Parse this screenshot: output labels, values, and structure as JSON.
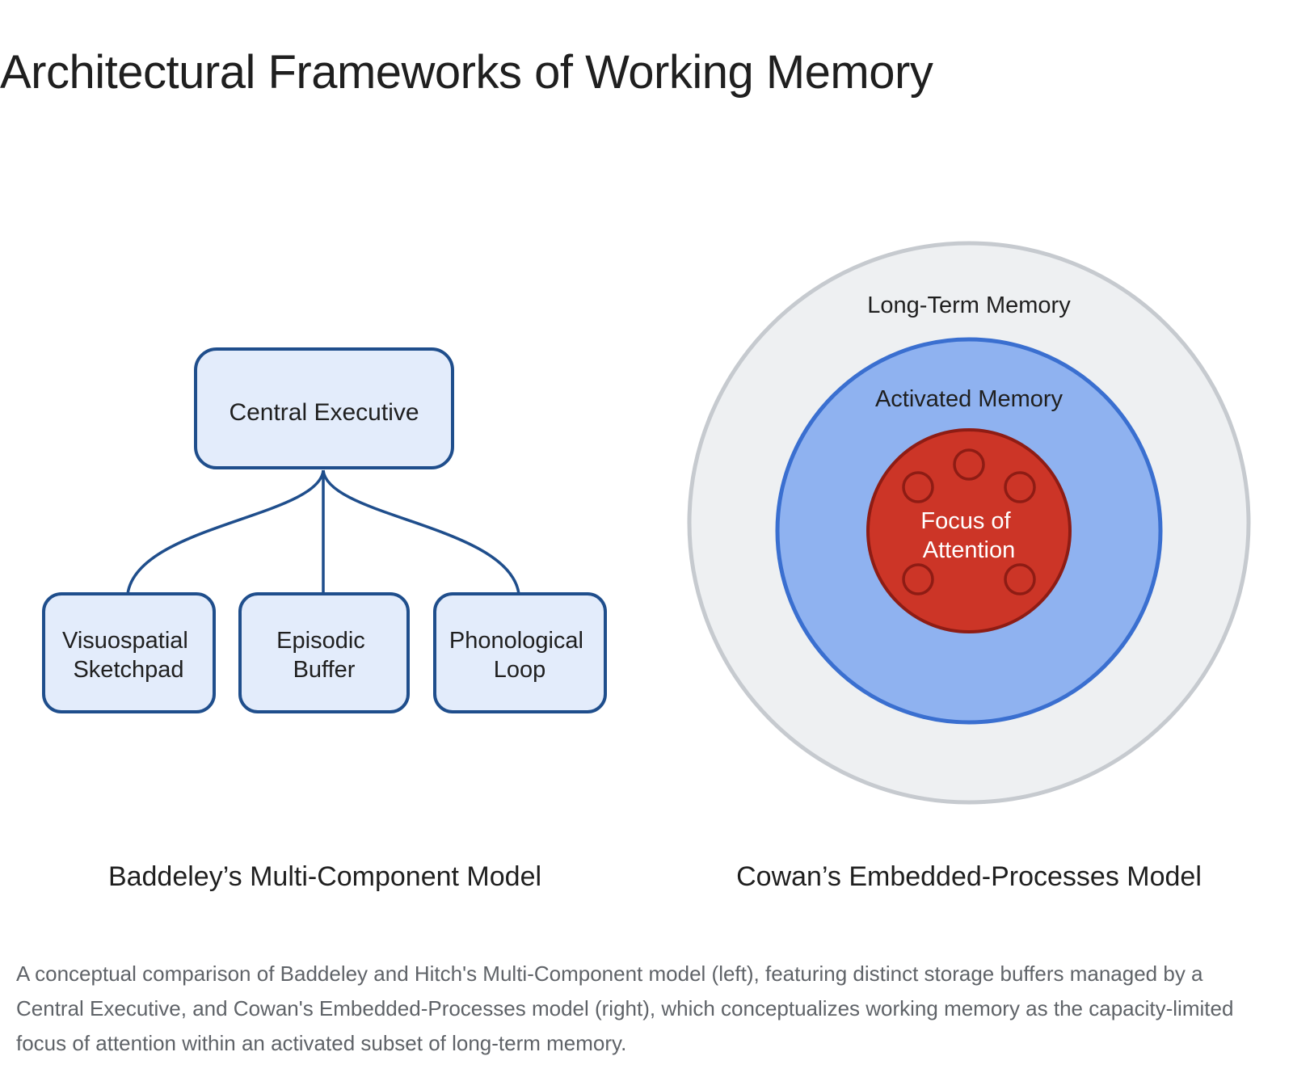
{
  "title": "Architectural Frameworks of Working Memory",
  "baddeley": {
    "central_executive": "Central Executive",
    "components": [
      [
        "Visuospatial",
        "Sketchpad"
      ],
      [
        "Episodic",
        "Buffer"
      ],
      [
        "Phonological",
        "Loop"
      ]
    ],
    "label": "Baddeley’s Multi-Component Model"
  },
  "cowan": {
    "long_term": "Long-Term Memory",
    "activated": "Activated Memory",
    "focus": [
      "Focus of",
      "Attention"
    ],
    "label": "Cowan’s Embedded-Processes Model"
  },
  "colors": {
    "box_fill": "#e3ecfb",
    "box_stroke": "#1f4e8c",
    "ltm_fill": "#eef0f2",
    "ltm_stroke": "#c6cacf",
    "activated_fill": "#8fb2f0",
    "activated_stroke": "#3a6fd0",
    "focus_fill": "#cc3527",
    "focus_stroke": "#8e1c14"
  },
  "caption": "A conceptual comparison of Baddeley and Hitch's Multi-Component model (left), featuring distinct storage buffers managed by a Central Executive, and Cowan's Embedded-Processes model (right), which conceptualizes working memory as the capacity-limited focus of attention within an activated subset of long-term memory."
}
